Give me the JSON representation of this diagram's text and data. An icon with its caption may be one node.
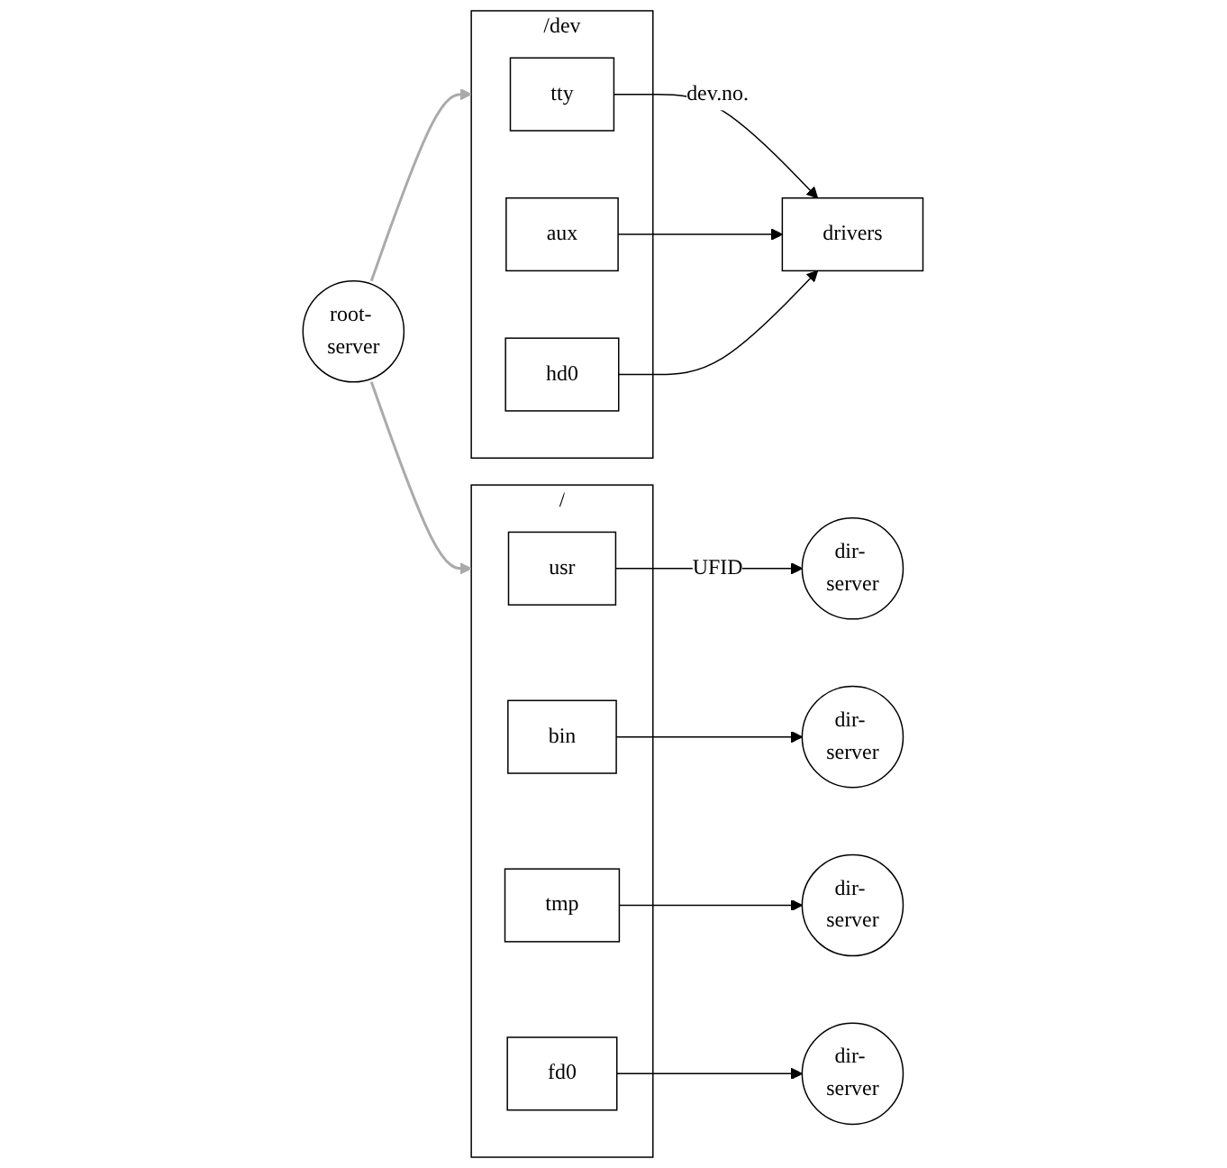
{
  "diagram": {
    "nodes": [
      {
        "text": [
          "root- server"
        ]
      },
      {
        "text": [
          "/dev"
        ]
      },
      {
        "text": [
          "tty"
        ],
        "in": 1
      },
      {
        "text": [
          "aux"
        ],
        "in": 1
      },
      {
        "text": [
          "hd0"
        ],
        "in": 1
      },
      {
        "text": [
          "drivers"
        ]
      },
      {
        "text": [
          "/"
        ]
      },
      {
        "text": [
          "usr"
        ],
        "in": 6
      },
      {
        "text": [
          "bin"
        ],
        "in": 6
      },
      {
        "text": [
          "tmp"
        ],
        "in": 6
      },
      {
        "text": [
          "fd0"
        ],
        "in": 6
      },
      {
        "text": [
          "dir- server"
        ]
      },
      {
        "text": [
          "dir- server"
        ]
      },
      {
        "text": [
          "dir- server"
        ]
      },
      {
        "text": [
          "dir- server"
        ]
      }
    ],
    "edges": [
      {
        "from": 0,
        "to": 1,
        "arrow": "to",
        "color": "#aaaaaa"
      },
      {
        "from": 2,
        "to": 5,
        "arrow": "to",
        "label": "dev.no."
      },
      {
        "from": 3,
        "to": 5,
        "arrow": "to"
      },
      {
        "from": 4,
        "to": 5,
        "arrow": "to"
      },
      {
        "from": 0,
        "to": 6,
        "arrow": "to",
        "color": "#aaaaaa"
      },
      {
        "from": 7,
        "to": 11,
        "arrow": "to",
        "label": "UFID"
      },
      {
        "from": 8,
        "to": 12,
        "arrow": "to"
      },
      {
        "from": 9,
        "to": 13,
        "arrow": "to"
      },
      {
        "from": 10,
        "to": 14,
        "arrow": "to"
      }
    ]
  }
}
